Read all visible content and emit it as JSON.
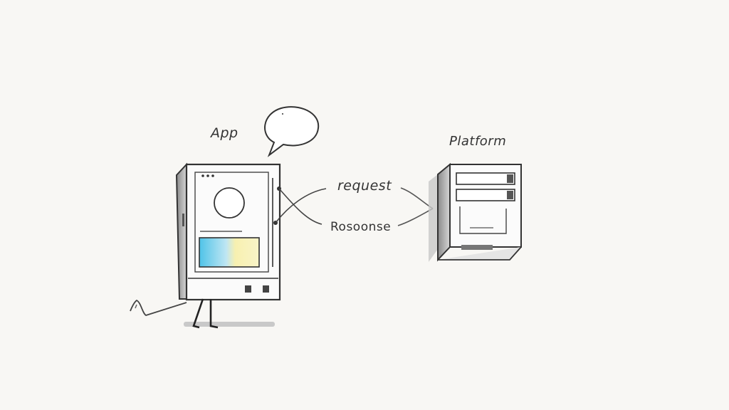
{
  "diagram": {
    "app": {
      "label": "App"
    },
    "platform": {
      "label": "Platform"
    },
    "arrows": {
      "request": "request",
      "response": "Rosoonse"
    }
  },
  "colors": {
    "background": "#f8f7f4",
    "ink": "#333333",
    "screen_blue": "#4fc3e8",
    "screen_yellow": "#f7f0a8",
    "shade": "#bdbdbd"
  }
}
